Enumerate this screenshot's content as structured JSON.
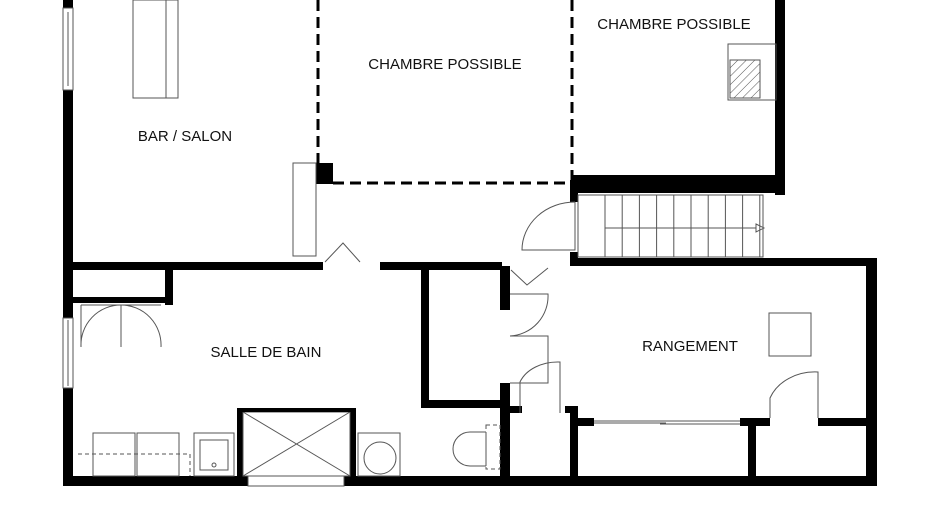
{
  "floor_plan": {
    "rooms": {
      "bar_salon": "BAR / SALON",
      "chambre_1": "CHAMBRE POSSIBLE",
      "chambre_2": "CHAMBRE POSSIBLE",
      "salle_de_bain": "SALLE DE BAIN",
      "rangement": "RANGEMENT"
    },
    "colors": {
      "wall": "#000000",
      "fixture": "#555555"
    }
  }
}
